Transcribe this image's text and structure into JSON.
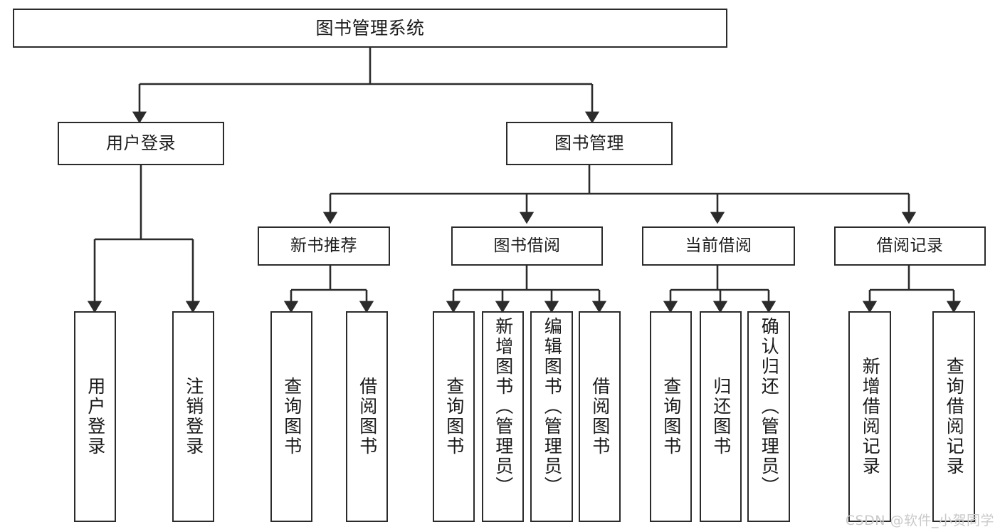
{
  "diagram": {
    "type": "tree",
    "title": "图书管理系统",
    "root": {
      "label": "图书管理系统"
    },
    "level2": [
      {
        "label": "用户登录"
      },
      {
        "label": "图书管理"
      }
    ],
    "level3": [
      {
        "label": "新书推荐"
      },
      {
        "label": "图书借阅"
      },
      {
        "label": "当前借阅"
      },
      {
        "label": "借阅记录"
      }
    ],
    "leaves": {
      "user_login": [
        {
          "label": "用户登录"
        },
        {
          "label": "注销登录"
        }
      ],
      "new_book": [
        {
          "label": "查询图书"
        },
        {
          "label": "借阅图书"
        }
      ],
      "borrow_book": [
        {
          "label": "查询图书"
        },
        {
          "label": "新增图书（管理员）"
        },
        {
          "label": "编辑图书（管理员）"
        },
        {
          "label": "借阅图书"
        }
      ],
      "current_borrow": [
        {
          "label": "查询图书"
        },
        {
          "label": "归还图书"
        },
        {
          "label": "确认归还（管理员）"
        }
      ],
      "borrow_record": [
        {
          "label": "新增借阅记录"
        },
        {
          "label": "查询借阅记录"
        }
      ]
    }
  },
  "watermark": {
    "text": "CSDN @软件_小贺同学"
  },
  "colors": {
    "stroke": "#2b2b2b",
    "background": "#ffffff",
    "text": "#1a1a1a",
    "watermark": "#c9c9c9"
  }
}
